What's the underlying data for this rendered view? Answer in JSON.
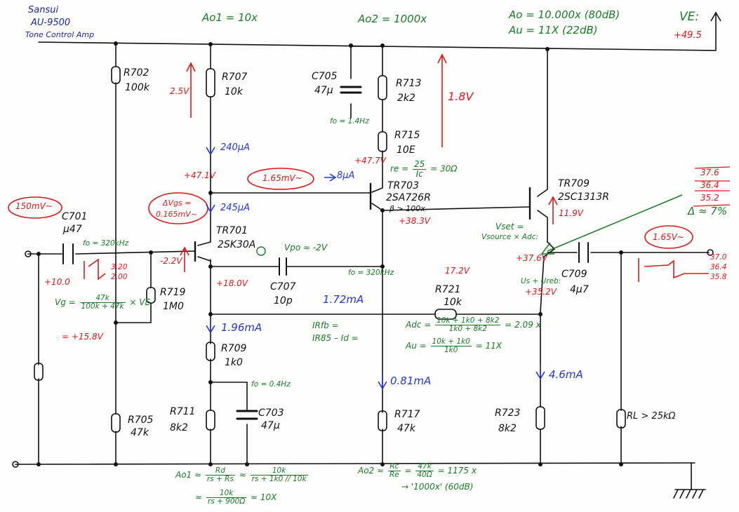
{
  "notes": {
    "heading": [
      "Sansui",
      "AU-9500",
      "Tone Control Amp"
    ]
  },
  "stage_gains": {
    "ao1": "Ao1 = 10x",
    "ao2": "Ao2 = 1000x",
    "ao_total": "Ao = 10.000x (80dB)",
    "au_total": "Au = 11X  (22dB)"
  },
  "supply": {
    "label": "VE:",
    "value": "+49.5"
  },
  "components": {
    "r702": [
      "R702",
      "100k"
    ],
    "r707": [
      "R707",
      "10k"
    ],
    "c705": [
      "C705",
      "47µ"
    ],
    "r713": [
      "R713",
      "2k2"
    ],
    "r715": [
      "R715",
      "10E"
    ],
    "tr703": [
      "TR703",
      "2SA726R",
      "β > 100x"
    ],
    "tr709": [
      "TR709",
      "2SC1313R"
    ],
    "c701": [
      "C701",
      "µ47"
    ],
    "tr701": [
      "TR701",
      "2SK30A"
    ],
    "r719": [
      "R719",
      "1M0"
    ],
    "c707": [
      "C707",
      "10p"
    ],
    "r721": [
      "R721",
      "10k"
    ],
    "c709": [
      "C709",
      "4µ7"
    ],
    "r709": [
      "R709",
      "1k0"
    ],
    "c703": [
      "C703",
      "47µ"
    ],
    "r711": [
      "R711",
      "8k2"
    ],
    "r705": [
      "R705",
      "47k"
    ],
    "r717": [
      "R717",
      "47k"
    ],
    "r723": [
      "R723",
      "8k2"
    ],
    "rl": "RL > 25kΩ"
  },
  "annotations": {
    "v_2_5": "2.5V",
    "v_1_8": "1.8V",
    "v_47_1": "+47.1V",
    "v_47_7": "+47.7V",
    "v_38_3": "+38.3V",
    "v_37_6": "+37.6V",
    "v_35_2": "+35.2V",
    "v_neg_2_2": "-2.2V",
    "v_18_0": "+18.0V",
    "v_10_0": "+10.0",
    "v_15_8": "= +15.8V",
    "v_11_9": "11.9V",
    "v_17_2": "17.2V",
    "v_sig_150": "150mV~",
    "v_sig_1_65_mid": "1.65mV~",
    "v_sig_1_65_out": "1.65V~",
    "vgs_line1": "ΔVgs =",
    "vgs_line2": "0.165mV~",
    "vpo_neg_2v": "Vpo ≈ -2V",
    "i_240": "240µA",
    "i_245": "245µA",
    "i_8": "8µA",
    "i_1_72": "1.72mA",
    "i_1_96": "1.96mA",
    "i_0_81": "0.81mA",
    "i_4_6": "4.6mA",
    "fo_14hz": "fo = 1.4Hz",
    "fo_320khz": "fo = 320kHz",
    "fo_320khz_b": "fo = 320kHz",
    "fo_04hz": "fo = 0.4Hz",
    "re_lhs": "re =",
    "re_num": "25",
    "re_den": "Ic",
    "re_rhs": "= 30Ω",
    "vset_1": "Vset =",
    "vset_2": "Vsource × Adc:",
    "ust_ureb": "Us + Ureb:",
    "vg_lhs": "Vg =",
    "vg_num": "47k",
    "vg_den": "100k + 47k",
    "vg_tail": "× VE",
    "delta": "Δ ≈ 7%",
    "irfb_1": "IRfb =",
    "irfb_2": "IR85 – Id =",
    "adc_lhs": "Adc =",
    "adc_num": "10k + 1k0 + 8k2",
    "adc_den": "1k0 + 8k2",
    "adc_rhs": "= 2.09 x",
    "au_lhs": "Au =",
    "au_num": "10k + 1k0",
    "au_den": "1k0",
    "au_rhs": "= 11X",
    "ao1_lhs": "Ao1 ≈",
    "ao1_n1": "Rd",
    "ao1_d1": "rs + Rs",
    "ao1_n2": "10k",
    "ao1_d2": "rs + 1k0 // 10k",
    "ao1_n3": "10k",
    "ao1_d3": "rs + 900Ω",
    "ao1_rhs": "≈ 10X",
    "ao2_lhs": "Ao2 ≈",
    "ao2_n1": "Rc",
    "ao2_d1": "Re",
    "ao2_n2": "47k",
    "ao2_d2": "40Ω",
    "ao2_rhs": "= 1175 x",
    "ao2_note": "→ '1000x' (60dB)",
    "vmeter_top": [
      "37.6",
      "36.4",
      "35.2"
    ],
    "scope_a": "37.0",
    "scope_b": "36.4",
    "scope_c": "35.8",
    "scope_left_a": "3.20",
    "scope_left_b": "2.00"
  },
  "colors": {
    "ink": "#111111",
    "red": "#e0161c",
    "green": "#1a7a2a",
    "blue": "#2535d8"
  }
}
